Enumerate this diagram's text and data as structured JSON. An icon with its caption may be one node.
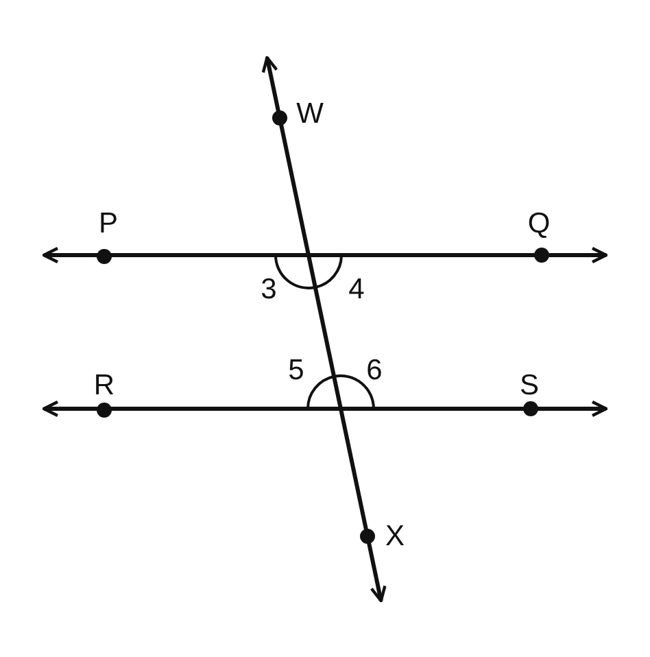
{
  "diagram": {
    "labels": [
      "W",
      "P",
      "Q",
      "3",
      "4",
      "5",
      "6",
      "R",
      "S",
      "X"
    ]
  }
}
